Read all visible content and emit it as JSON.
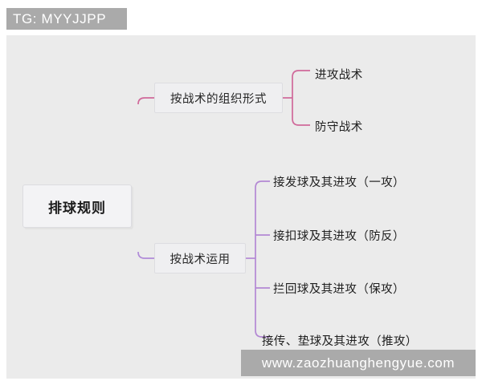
{
  "watermarks": {
    "top_left": "TG: MYYJJPP",
    "bottom_right": "www.zaozhuanghengyue.com"
  },
  "colors": {
    "canvas_background": "#ebebeb",
    "page_background": "#ffffff",
    "branch_1_wire": "#d06a98",
    "branch_2_wire": "#b388d4",
    "trunk_gradient_start": "#d06a98",
    "trunk_gradient_end": "#b388d4",
    "node_fill": "#f1f1f3",
    "node_border": "#dcdce0",
    "watermark_background": "#aaaaaa",
    "watermark_text": "#ffffff",
    "text": "#1c1c1c"
  },
  "mindmap": {
    "root": {
      "label": "排球规则"
    },
    "branches": [
      {
        "label": "按战术的组织形式",
        "wire_color": "#d06a98",
        "children": [
          {
            "label": "进攻战术"
          },
          {
            "label": "防守战术"
          }
        ]
      },
      {
        "label": "按战术运用",
        "wire_color": "#b388d4",
        "children": [
          {
            "label": "接发球及其进攻（一攻）"
          },
          {
            "label": "接扣球及其进攻（防反）"
          },
          {
            "label": "拦回球及其进攻（保攻）"
          },
          {
            "label": "接传、垫球及其进攻（推攻）"
          }
        ]
      }
    ]
  }
}
